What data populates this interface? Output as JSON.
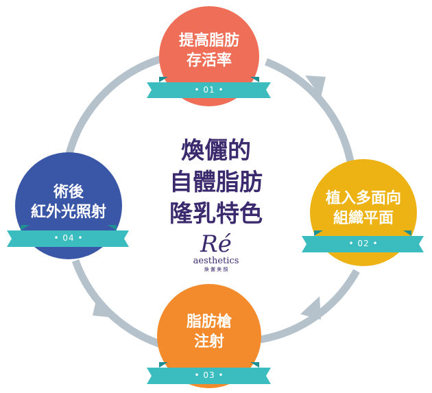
{
  "center": {
    "lines": [
      "煥儷的",
      "自體脂肪",
      "隆乳特色"
    ]
  },
  "logo": {
    "mark": "Ré",
    "word": "aesthetics",
    "sub": "煥 儷 美 顏"
  },
  "steps": [
    {
      "number": "• 01 •",
      "lines": [
        "提高脂肪",
        "存活率"
      ],
      "color": "#ee6e58"
    },
    {
      "number": "• 02 •",
      "lines": [
        "植入多面向",
        "組織平面"
      ],
      "color": "#edb314"
    },
    {
      "number": "• 03 •",
      "lines": [
        "脂肪槍",
        "注射"
      ],
      "color": "#f38a2b"
    },
    {
      "number": "• 04 •",
      "lines": [
        "術後",
        "紅外光照射"
      ],
      "color": "#3a56a6"
    }
  ],
  "colors": {
    "ring": "#b5c2cb",
    "ribbon": "#3bbcbf",
    "ribbon_fold": "#1f8f93",
    "title": "#3b2a6e"
  }
}
